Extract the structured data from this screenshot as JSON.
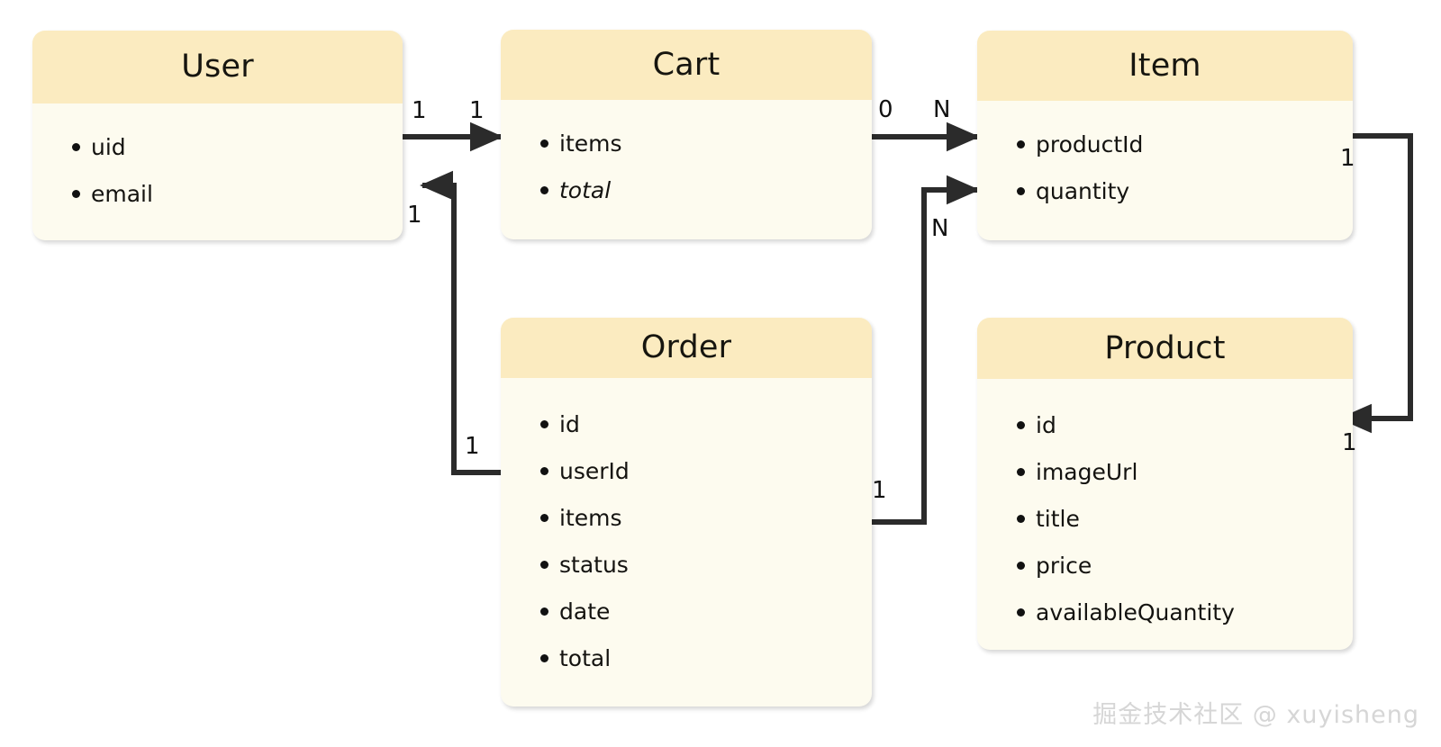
{
  "diagram": {
    "type": "entity-relationship-diagram",
    "background_color": "#ffffff",
    "header_color": "#fbebc0",
    "body_color": "#fdfbef",
    "line_color": "#2b2b2b",
    "entities": [
      {
        "id": "user",
        "title": "User",
        "attributes": [
          {
            "name": "uid",
            "italic": false
          },
          {
            "name": "email",
            "italic": false
          }
        ]
      },
      {
        "id": "cart",
        "title": "Cart",
        "attributes": [
          {
            "name": "items",
            "italic": false
          },
          {
            "name": "total",
            "italic": true
          }
        ]
      },
      {
        "id": "item",
        "title": "Item",
        "attributes": [
          {
            "name": "productId",
            "italic": false
          },
          {
            "name": "quantity",
            "italic": false
          }
        ]
      },
      {
        "id": "order",
        "title": "Order",
        "attributes": [
          {
            "name": "id",
            "italic": false
          },
          {
            "name": "userId",
            "italic": false
          },
          {
            "name": "items",
            "italic": false
          },
          {
            "name": "status",
            "italic": false
          },
          {
            "name": "date",
            "italic": false
          },
          {
            "name": "total",
            "italic": false
          }
        ]
      },
      {
        "id": "product",
        "title": "Product",
        "attributes": [
          {
            "name": "id",
            "italic": false
          },
          {
            "name": "imageUrl",
            "italic": false
          },
          {
            "name": "title",
            "italic": false
          },
          {
            "name": "price",
            "italic": false
          },
          {
            "name": "availableQuantity",
            "italic": false
          }
        ]
      }
    ],
    "relationships": [
      {
        "id": "user-cart",
        "from": "User",
        "to": "Cart",
        "from_cardinality": "1",
        "to_cardinality": "1"
      },
      {
        "id": "cart-item",
        "from": "Cart",
        "to": "Item",
        "from_cardinality": "0",
        "to_cardinality": "N"
      },
      {
        "id": "order-user",
        "from": "Order",
        "to": "User",
        "from_cardinality": "1",
        "to_cardinality": "1"
      },
      {
        "id": "order-item",
        "from": "Order",
        "to": "Item",
        "from_cardinality": "1",
        "to_cardinality": "N"
      },
      {
        "id": "item-product",
        "from": "Item",
        "to": "Product",
        "from_cardinality": "1",
        "to_cardinality": "1"
      }
    ],
    "cardinality_labels": [
      {
        "id": "user-cart-from",
        "text": "1"
      },
      {
        "id": "user-cart-to",
        "text": "1"
      },
      {
        "id": "cart-item-from",
        "text": "0"
      },
      {
        "id": "cart-item-to",
        "text": "N"
      },
      {
        "id": "order-user-to",
        "text": "1"
      },
      {
        "id": "order-user-from",
        "text": "1"
      },
      {
        "id": "order-item-to",
        "text": "N"
      },
      {
        "id": "order-item-from",
        "text": "1"
      },
      {
        "id": "item-product-from",
        "text": "1"
      },
      {
        "id": "item-product-to",
        "text": "1"
      }
    ]
  },
  "watermark": {
    "text": "掘金技术社区 @ xuyisheng"
  }
}
